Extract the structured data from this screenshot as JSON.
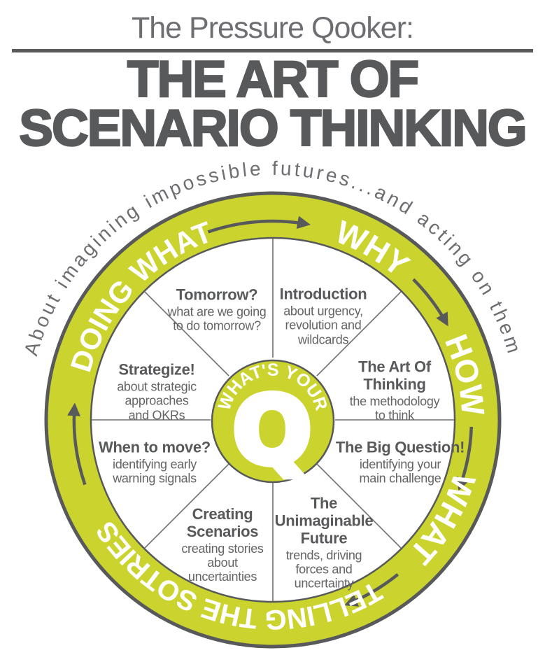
{
  "header": {
    "kicker": "The Pressure Qooker:",
    "title_line1": "THE ART OF",
    "title_line2": "SCENARIO THINKING"
  },
  "wheel": {
    "outer_caption": "About imagining impossible futures...and acting on them",
    "ring_labels": {
      "top_left": "DOING WHAT",
      "top_right": "WHY",
      "right": "HOW",
      "bottom_right": "WHAT",
      "bottom": "TELLING THE SOTRIES"
    },
    "center": {
      "curved_label": "WHAT'S YOUR",
      "letter": "Q"
    },
    "segments": [
      {
        "id": "introduction",
        "title": "Introduction",
        "body": "about urgency,\nrevolution and\nwildcards"
      },
      {
        "id": "art-of-thinking",
        "title": "The Art Of\nThinking",
        "body": "the methodology\nto think"
      },
      {
        "id": "big-question",
        "title": "The Big Question!",
        "body": "identifying your\nmain challenge"
      },
      {
        "id": "unimaginable-future",
        "title": "The\nUnimaginable\nFuture",
        "body": "trends, driving\nforces and\nuncertainty"
      },
      {
        "id": "creating-scenarios",
        "title": "Creating\nScenarios",
        "body": "creating stories\nabout\nuncertainties"
      },
      {
        "id": "when-to-move",
        "title": "When to move?",
        "body": "identifying early\nwarning signals"
      },
      {
        "id": "strategize",
        "title": "Strategize!",
        "body": "about strategic\napproaches\nand OKRs"
      },
      {
        "id": "tomorrow",
        "title": "Tomorrow?",
        "body": "what are we going\nto do tomorrow?"
      }
    ]
  },
  "colors": {
    "accent_green": "#cbd42e",
    "dark_gray": "#58595b",
    "mid_gray": "#6d6e71"
  }
}
